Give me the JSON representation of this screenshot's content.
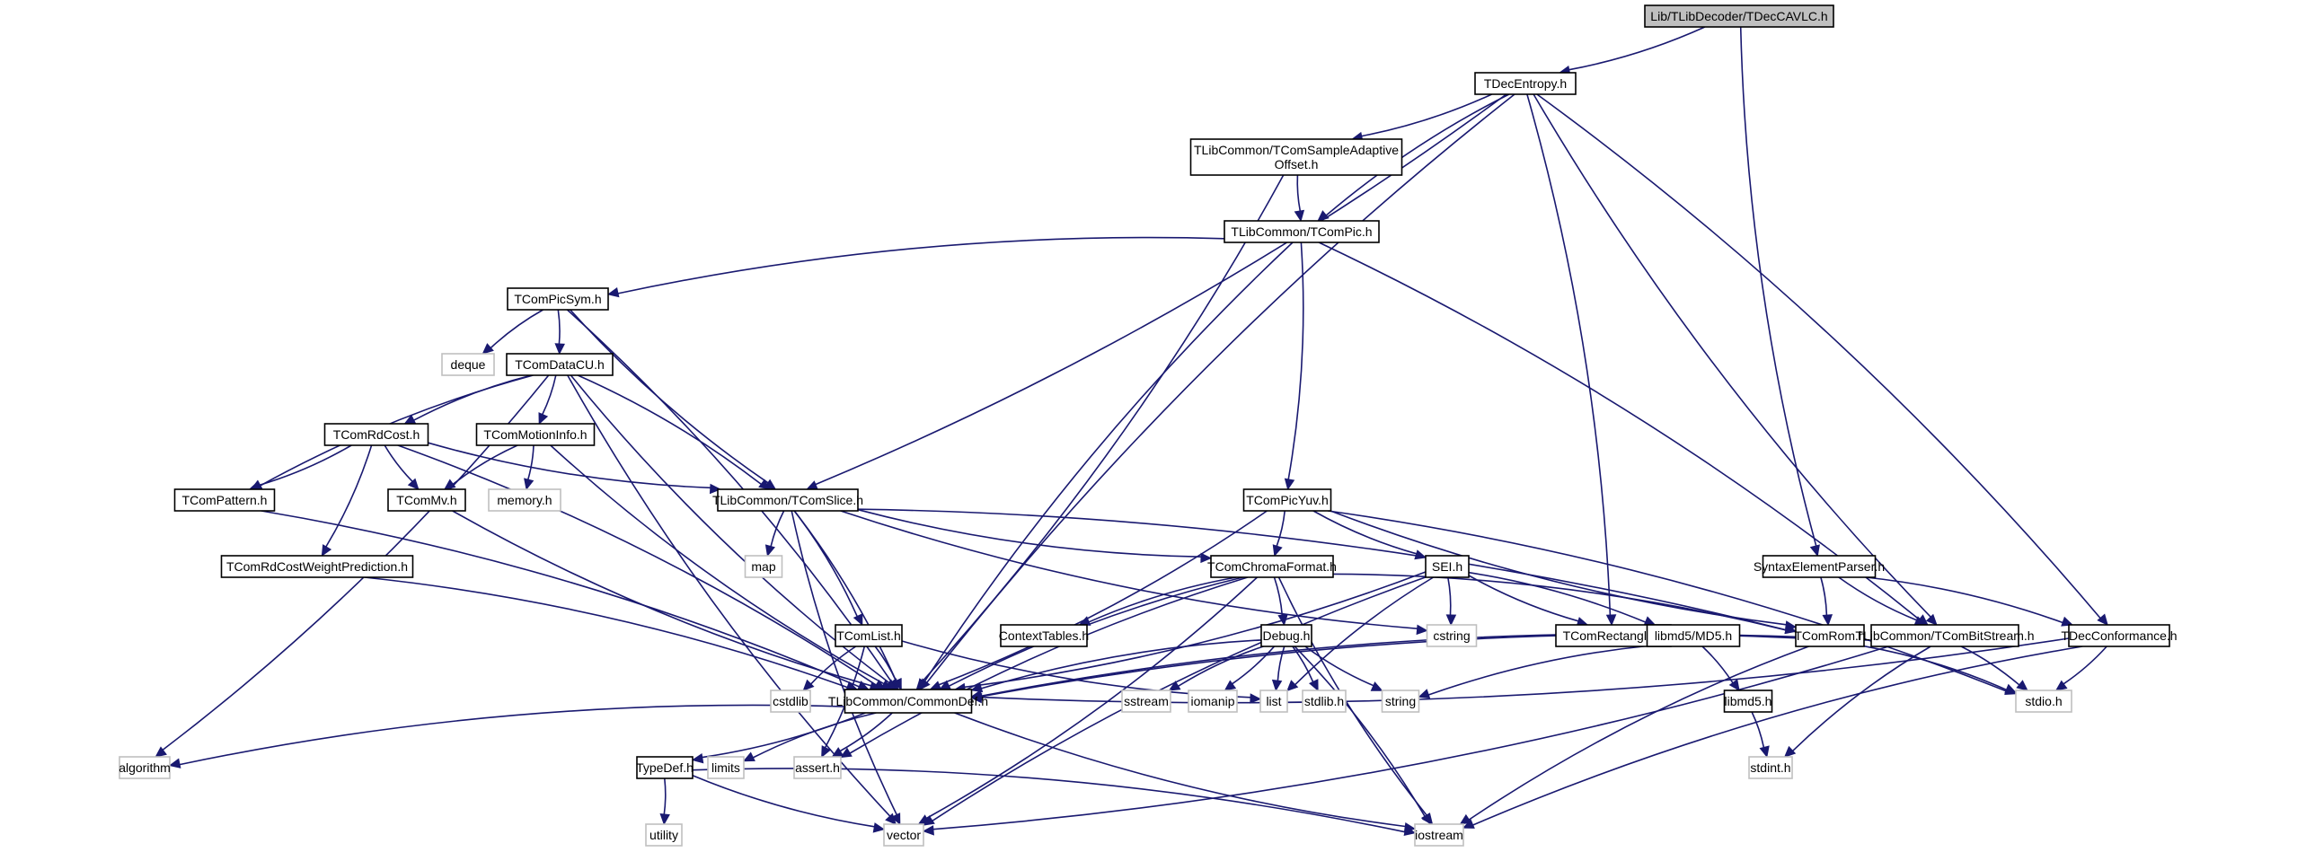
{
  "title": "Lib/TLibDecoder/TDecCAVLC.h",
  "nodes": [
    {
      "id": "root",
      "lines": [
        "Lib/TLibDecoder/TDecCAVLC.h"
      ],
      "kind": "root"
    },
    {
      "id": "TDecEntropy",
      "lines": [
        "TDecEntropy.h"
      ],
      "kind": "doc"
    },
    {
      "id": "SAO",
      "lines": [
        "TLibCommon/TComSampleAdaptive",
        "Offset.h"
      ],
      "kind": "doc"
    },
    {
      "id": "TComPic",
      "lines": [
        "TLibCommon/TComPic.h"
      ],
      "kind": "doc"
    },
    {
      "id": "TComPicSym",
      "lines": [
        "TComPicSym.h"
      ],
      "kind": "doc"
    },
    {
      "id": "deque",
      "lines": [
        "deque"
      ],
      "kind": "ext"
    },
    {
      "id": "TComDataCU",
      "lines": [
        "TComDataCU.h"
      ],
      "kind": "doc"
    },
    {
      "id": "TComRdCost",
      "lines": [
        "TComRdCost.h"
      ],
      "kind": "doc"
    },
    {
      "id": "TComMotionInfo",
      "lines": [
        "TComMotionInfo.h"
      ],
      "kind": "doc"
    },
    {
      "id": "TComPattern",
      "lines": [
        "TComPattern.h"
      ],
      "kind": "doc"
    },
    {
      "id": "TComMv",
      "lines": [
        "TComMv.h"
      ],
      "kind": "doc"
    },
    {
      "id": "memory",
      "lines": [
        "memory.h"
      ],
      "kind": "ext"
    },
    {
      "id": "TComSlice",
      "lines": [
        "TLibCommon/TComSlice.h"
      ],
      "kind": "doc"
    },
    {
      "id": "TComPicYuv",
      "lines": [
        "TComPicYuv.h"
      ],
      "kind": "doc"
    },
    {
      "id": "TComRdCostWP",
      "lines": [
        "TComRdCostWeightPrediction.h"
      ],
      "kind": "doc"
    },
    {
      "id": "map",
      "lines": [
        "map"
      ],
      "kind": "ext"
    },
    {
      "id": "TComChromaFormat",
      "lines": [
        "TComChromaFormat.h"
      ],
      "kind": "doc"
    },
    {
      "id": "SEI",
      "lines": [
        "SEI.h"
      ],
      "kind": "doc"
    },
    {
      "id": "SyntaxElementParser",
      "lines": [
        "SyntaxElementParser.h"
      ],
      "kind": "doc"
    },
    {
      "id": "TComList",
      "lines": [
        "TComList.h"
      ],
      "kind": "doc"
    },
    {
      "id": "ContextTables",
      "lines": [
        "ContextTables.h"
      ],
      "kind": "doc"
    },
    {
      "id": "Debug",
      "lines": [
        "Debug.h"
      ],
      "kind": "doc"
    },
    {
      "id": "cstring",
      "lines": [
        "cstring"
      ],
      "kind": "ext"
    },
    {
      "id": "TComRectangle",
      "lines": [
        "TComRectangle.h"
      ],
      "kind": "doc"
    },
    {
      "id": "MD5",
      "lines": [
        "libmd5/MD5.h"
      ],
      "kind": "doc"
    },
    {
      "id": "TComRom",
      "lines": [
        "TComRom.h"
      ],
      "kind": "doc"
    },
    {
      "id": "TComBitStream",
      "lines": [
        "TLibCommon/TComBitStream.h"
      ],
      "kind": "doc"
    },
    {
      "id": "TDecConformance",
      "lines": [
        "TDecConformance.h"
      ],
      "kind": "doc"
    },
    {
      "id": "CommonDef",
      "lines": [
        "TLibCommon/CommonDef.h"
      ],
      "kind": "doc"
    },
    {
      "id": "cstdlib",
      "lines": [
        "cstdlib"
      ],
      "kind": "ext"
    },
    {
      "id": "sstream",
      "lines": [
        "sstream"
      ],
      "kind": "ext"
    },
    {
      "id": "iomanip",
      "lines": [
        "iomanip"
      ],
      "kind": "ext"
    },
    {
      "id": "list",
      "lines": [
        "list"
      ],
      "kind": "ext"
    },
    {
      "id": "stdlib",
      "lines": [
        "stdlib.h"
      ],
      "kind": "ext"
    },
    {
      "id": "string",
      "lines": [
        "string"
      ],
      "kind": "ext"
    },
    {
      "id": "libmd5",
      "lines": [
        "libmd5.h"
      ],
      "kind": "doc"
    },
    {
      "id": "stdio",
      "lines": [
        "stdio.h"
      ],
      "kind": "ext"
    },
    {
      "id": "algorithm",
      "lines": [
        "algorithm"
      ],
      "kind": "ext"
    },
    {
      "id": "TypeDef",
      "lines": [
        "TypeDef.h"
      ],
      "kind": "doc"
    },
    {
      "id": "limits",
      "lines": [
        "limits"
      ],
      "kind": "ext"
    },
    {
      "id": "assert",
      "lines": [
        "assert.h"
      ],
      "kind": "ext"
    },
    {
      "id": "stdint",
      "lines": [
        "stdint.h"
      ],
      "kind": "ext"
    },
    {
      "id": "utility",
      "lines": [
        "utility"
      ],
      "kind": "ext"
    },
    {
      "id": "vector",
      "lines": [
        "vector"
      ],
      "kind": "ext"
    },
    {
      "id": "iostream",
      "lines": [
        "iostream"
      ],
      "kind": "ext"
    }
  ],
  "edges": [
    [
      "root",
      "TDecEntropy"
    ],
    [
      "root",
      "SyntaxElementParser"
    ],
    [
      "TDecEntropy",
      "SAO"
    ],
    [
      "TDecEntropy",
      "TComPic"
    ],
    [
      "TDecEntropy",
      "TComSlice"
    ],
    [
      "TDecEntropy",
      "CommonDef"
    ],
    [
      "TDecEntropy",
      "TComRectangle"
    ],
    [
      "TDecEntropy",
      "TComBitStream"
    ],
    [
      "TDecEntropy",
      "TDecConformance"
    ],
    [
      "SAO",
      "TComPic"
    ],
    [
      "SAO",
      "CommonDef"
    ],
    [
      "TComPic",
      "TComPicSym"
    ],
    [
      "TComPic",
      "TComPicYuv"
    ],
    [
      "TComPic",
      "CommonDef"
    ],
    [
      "TComPic",
      "TComBitStream"
    ],
    [
      "TComPicSym",
      "deque"
    ],
    [
      "TComPicSym",
      "TComDataCU"
    ],
    [
      "TComPicSym",
      "TComSlice"
    ],
    [
      "TComPicSym",
      "CommonDef"
    ],
    [
      "TComDataCU",
      "TComRdCost"
    ],
    [
      "TComDataCU",
      "TComMotionInfo"
    ],
    [
      "TComDataCU",
      "TComPattern"
    ],
    [
      "TComDataCU",
      "TComSlice"
    ],
    [
      "TComDataCU",
      "CommonDef"
    ],
    [
      "TComDataCU",
      "algorithm"
    ],
    [
      "TComDataCU",
      "vector"
    ],
    [
      "TComRdCost",
      "TComPattern"
    ],
    [
      "TComRdCost",
      "TComMv"
    ],
    [
      "TComRdCost",
      "TComRdCostWP"
    ],
    [
      "TComRdCost",
      "TComSlice"
    ],
    [
      "TComRdCost",
      "CommonDef"
    ],
    [
      "TComMotionInfo",
      "TComMv"
    ],
    [
      "TComMotionInfo",
      "memory"
    ],
    [
      "TComMotionInfo",
      "CommonDef"
    ],
    [
      "TComPattern",
      "CommonDef"
    ],
    [
      "TComMv",
      "CommonDef"
    ],
    [
      "TComRdCostWP",
      "CommonDef"
    ],
    [
      "TComSlice",
      "map"
    ],
    [
      "TComSlice",
      "TComList"
    ],
    [
      "TComSlice",
      "TComChromaFormat"
    ],
    [
      "TComSlice",
      "CommonDef"
    ],
    [
      "TComSlice",
      "cstring"
    ],
    [
      "TComSlice",
      "TComRom"
    ],
    [
      "TComSlice",
      "vector"
    ],
    [
      "TComPicYuv",
      "TComChromaFormat"
    ],
    [
      "TComPicYuv",
      "SEI"
    ],
    [
      "TComPicYuv",
      "CommonDef"
    ],
    [
      "TComPicYuv",
      "TComRom"
    ],
    [
      "TComPicYuv",
      "stdio"
    ],
    [
      "TComChromaFormat",
      "ContextTables"
    ],
    [
      "TComChromaFormat",
      "Debug"
    ],
    [
      "TComChromaFormat",
      "CommonDef"
    ],
    [
      "TComChromaFormat",
      "TComRom"
    ],
    [
      "TComChromaFormat",
      "assert"
    ],
    [
      "TComChromaFormat",
      "vector"
    ],
    [
      "TComChromaFormat",
      "iostream"
    ],
    [
      "SEI",
      "cstring"
    ],
    [
      "SEI",
      "TComRectangle"
    ],
    [
      "SEI",
      "MD5"
    ],
    [
      "SEI",
      "list"
    ],
    [
      "SEI",
      "CommonDef"
    ],
    [
      "SEI",
      "vector"
    ],
    [
      "SyntaxElementParser",
      "TComRom"
    ],
    [
      "SyntaxElementParser",
      "TComBitStream"
    ],
    [
      "SyntaxElementParser",
      "TDecConformance"
    ],
    [
      "TComList",
      "cstdlib"
    ],
    [
      "TComList",
      "assert"
    ],
    [
      "TComList",
      "list"
    ],
    [
      "TComList",
      "CommonDef"
    ],
    [
      "Debug",
      "sstream"
    ],
    [
      "Debug",
      "iomanip"
    ],
    [
      "Debug",
      "list"
    ],
    [
      "Debug",
      "stdlib"
    ],
    [
      "Debug",
      "string"
    ],
    [
      "Debug",
      "iostream"
    ],
    [
      "Debug",
      "CommonDef"
    ],
    [
      "MD5",
      "libmd5"
    ],
    [
      "MD5",
      "string"
    ],
    [
      "libmd5",
      "stdint"
    ],
    [
      "TComRom",
      "CommonDef"
    ],
    [
      "TComRom",
      "stdio"
    ],
    [
      "TComRom",
      "iostream"
    ],
    [
      "TComBitStream",
      "stdio"
    ],
    [
      "TComBitStream",
      "stdint"
    ],
    [
      "TComBitStream",
      "vector"
    ],
    [
      "TComBitStream",
      "CommonDef"
    ],
    [
      "TDecConformance",
      "stdio"
    ],
    [
      "TDecConformance",
      "iostream"
    ],
    [
      "TDecConformance",
      "CommonDef"
    ],
    [
      "CommonDef",
      "algorithm"
    ],
    [
      "CommonDef",
      "TypeDef"
    ],
    [
      "CommonDef",
      "limits"
    ],
    [
      "CommonDef",
      "assert"
    ],
    [
      "CommonDef",
      "iostream"
    ],
    [
      "TypeDef",
      "utility"
    ],
    [
      "TypeDef",
      "vector"
    ],
    [
      "TypeDef",
      "iostream"
    ]
  ]
}
